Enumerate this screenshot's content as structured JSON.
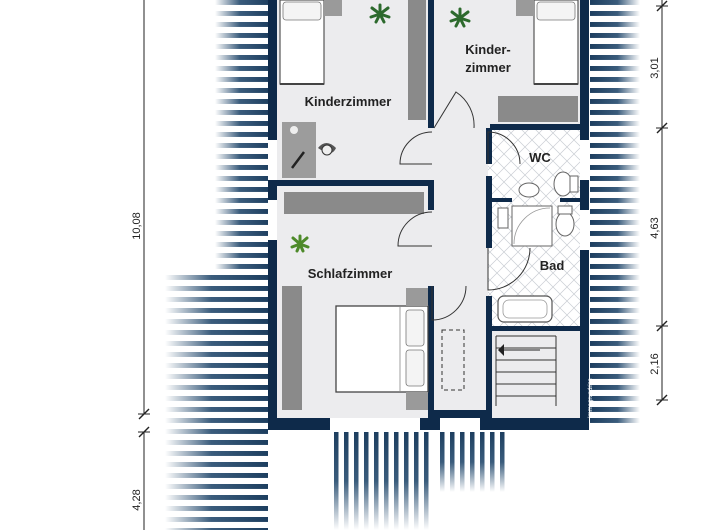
{
  "rooms": {
    "kinderzimmer_1": "Kinderzimmer",
    "kinderzimmer_2_line1": "Kinder-",
    "kinderzimmer_2_line2": "zimmer",
    "wc": "WC",
    "schlafzimmer": "Schlafzimmer",
    "bad": "Bad"
  },
  "dimensions": {
    "left_upper": "10,08",
    "left_lower": "4,28",
    "right_1": "3,01",
    "right_2": "4,63",
    "right_3": "2,16"
  },
  "watermark": "Immogrundriss",
  "colors": {
    "wall": "#0e2a4a",
    "roof_stripe": "#2e4f6e",
    "floor": "#ececee",
    "tile": "#ffffff",
    "tile_line": "#c9cdd3",
    "cabinet": "#8a8a8a"
  }
}
